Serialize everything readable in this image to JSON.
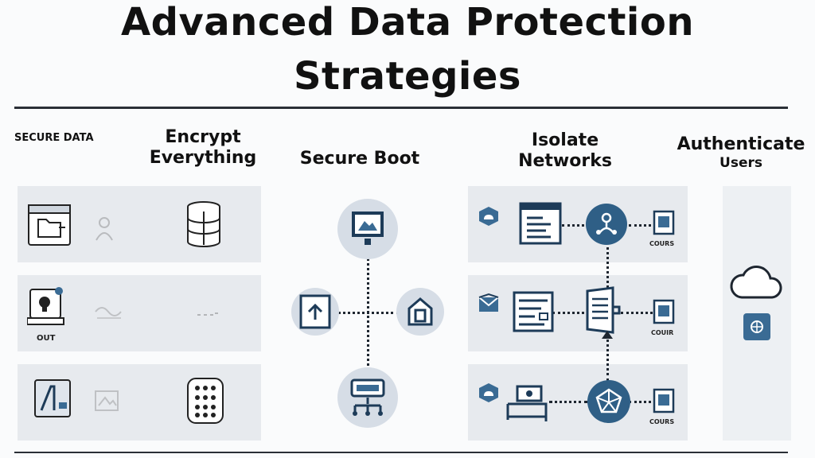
{
  "title": {
    "line1": "Advanced Data Protection",
    "line2": "Strategies"
  },
  "columns": {
    "secure_data": "SECURE DATA",
    "encrypt": "Encrypt Everything",
    "secure_boot": "Secure Boot",
    "isolate": "Isolate Networks",
    "authenticate": "Authenticate",
    "authenticate_sub": "Users"
  },
  "labels": {
    "out": "OUT",
    "cours_1": "COURS",
    "cours_2": "COUIR",
    "cours_3": "COURS"
  },
  "colors": {
    "accent": "#2f5f86",
    "panel": "#e7eaee",
    "line": "#1e2630"
  },
  "icons": {
    "secure_data": [
      "folder-icon",
      "shield-lock-icon",
      "document-icon"
    ],
    "encrypt": [
      "database-icon",
      "database-grid-icon"
    ],
    "secure_boot": [
      "monitor-icon",
      "upload-file-icon",
      "home-lock-icon",
      "server-icon"
    ],
    "isolate": [
      "cloud-lock-icon",
      "document-list-icon",
      "network-node-icon",
      "chip-icon",
      "mail-icon",
      "form-icon",
      "router-icon",
      "bed-device-icon"
    ],
    "authenticate": [
      "cloud-icon",
      "fingerprint-icon"
    ]
  }
}
